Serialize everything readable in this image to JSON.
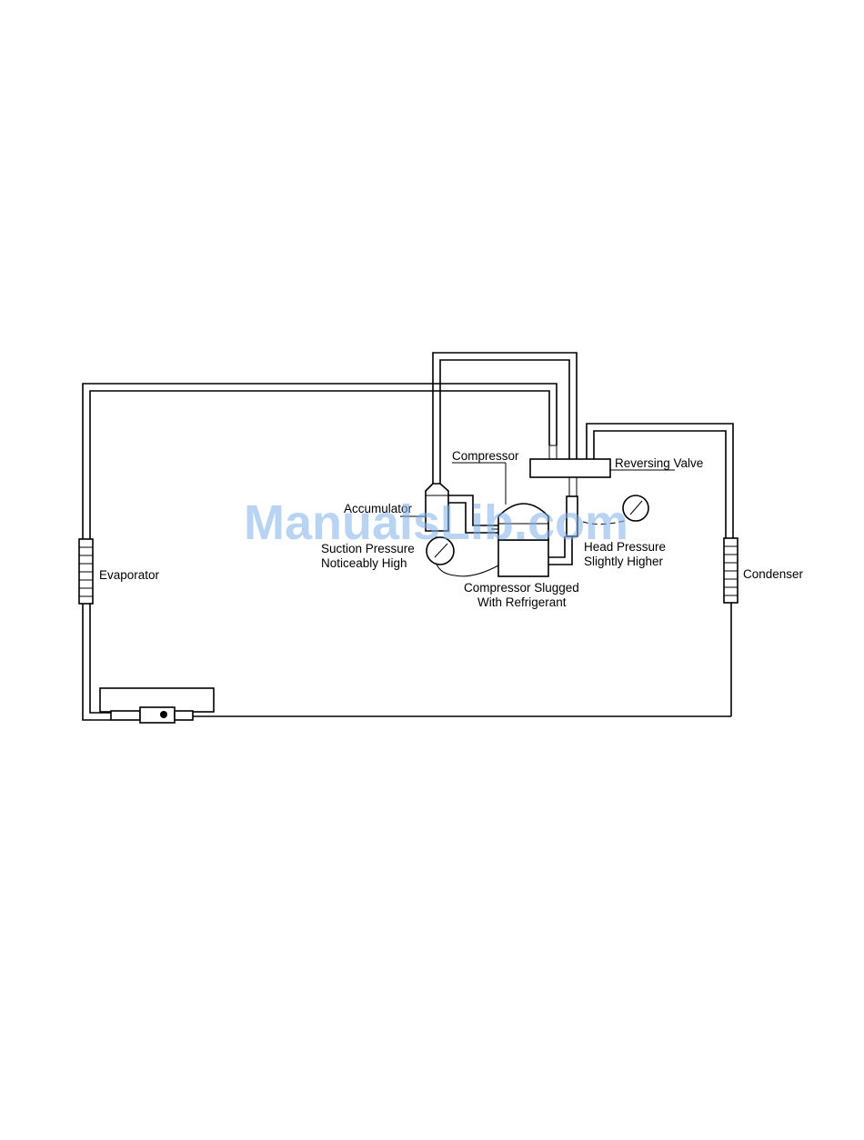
{
  "labels": {
    "compressor": "Compressor",
    "reversing_valve": "Reversing Valve",
    "accumulator": "Accumulator",
    "suction_line1": "Suction Pressure",
    "suction_line2": "Noticeably High",
    "head_line1": "Head Pressure",
    "head_line2": "Slightly Higher",
    "slugged_line1": "Compressor Slugged",
    "slugged_line2": "With Refrigerant",
    "evaporator": "Evaporator",
    "condenser": "Condenser"
  },
  "watermark": "ManualsLib.com",
  "colors": {
    "line": "#000000",
    "watermark": "#7fb0ea"
  }
}
